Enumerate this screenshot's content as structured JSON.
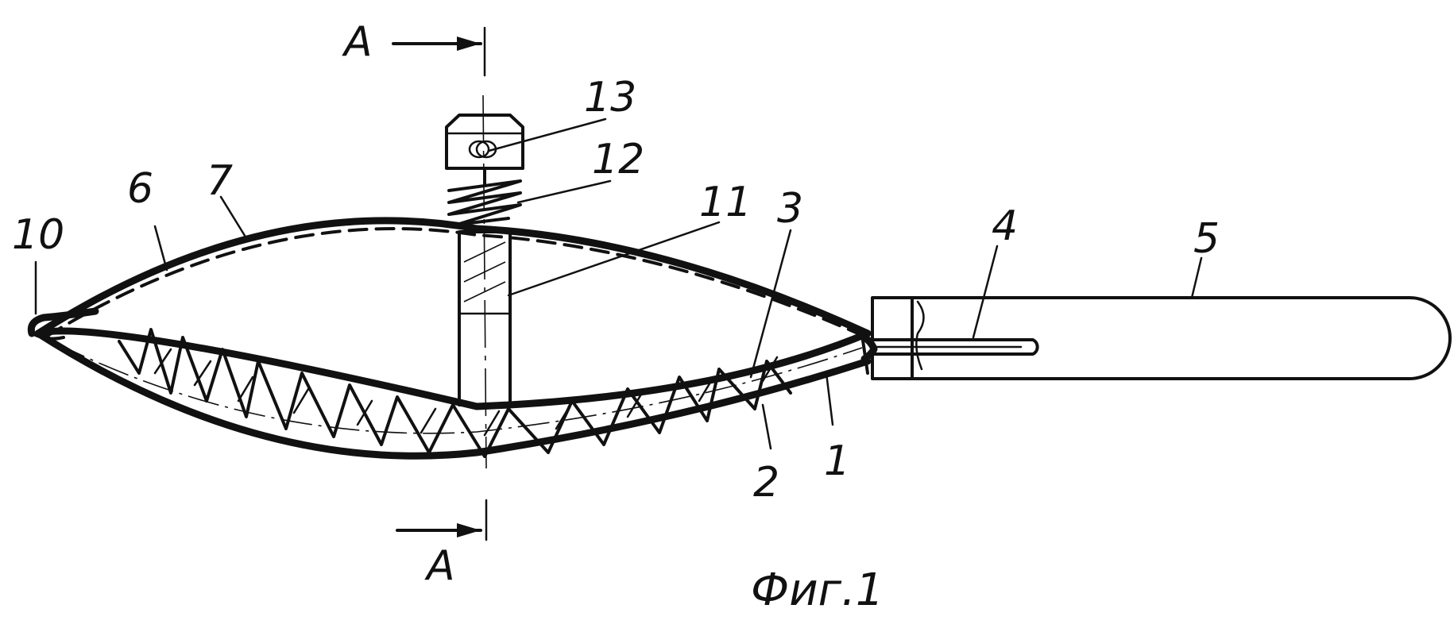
{
  "section_marker": {
    "top": "A",
    "bottom": "A"
  },
  "labels": {
    "l1": "1",
    "l2": "2",
    "l3": "3",
    "l4": "4",
    "l5": "5",
    "l6": "6",
    "l7": "7",
    "l10": "10",
    "l11": "11",
    "l12": "12",
    "l13": "13"
  },
  "caption": "Фиг.1"
}
